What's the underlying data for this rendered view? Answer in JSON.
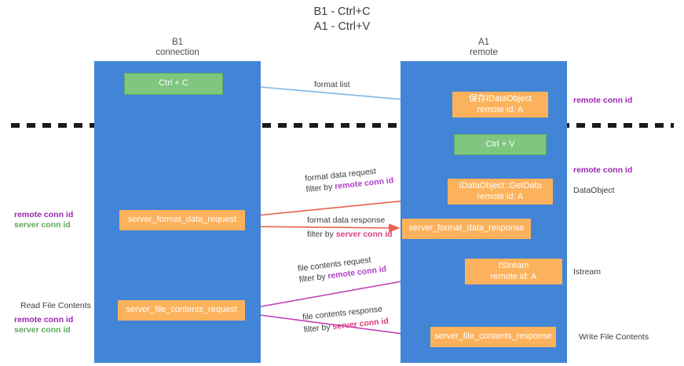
{
  "title": {
    "line1": "B1 - Ctrl+C",
    "line2": "A1 - Ctrl+V"
  },
  "lanes": [
    {
      "id": "b1",
      "name": "B1",
      "role": "connection"
    },
    {
      "id": "a1",
      "name": "A1",
      "role": "remote"
    }
  ],
  "boxes": {
    "ctrl_c": "Ctrl + C",
    "ctrl_v": "Ctrl + V",
    "idataobject_title": "保存IDataObject",
    "idataobject_sub": "remote id: A",
    "getdata_title": "IDataObject::GetData",
    "getdata_sub": "remote id: A",
    "istream_title": "IStream",
    "istream_sub": "remote id: A",
    "server_format_data_request": "server_format_data_request",
    "server_format_data_response": "server_format_data_response",
    "server_file_contents_request": "server_file_contents_request",
    "server_file_contents_response": "server_file_contents_response"
  },
  "arrow_labels": {
    "format_list": "format list",
    "format_data_request": "format data request",
    "format_data_request_filter_prefix": "filter by ",
    "format_data_request_filter_value": "remote conn id",
    "format_data_response": "format data response",
    "format_data_response_filter_prefix": "filter by ",
    "format_data_response_filter_value": "server conn id",
    "file_contents_request": "file contents request",
    "file_contents_request_filter_prefix": "filter by ",
    "file_contents_request_filter_value": "remote conn id",
    "file_contents_response": "file contents response",
    "file_contents_response_filter_prefix": "filter by ",
    "file_contents_response_filter_value": "server conn id"
  },
  "side_labels": {
    "remote_conn_id_top": "remote conn id",
    "remote_conn_id_mid": "remote conn id",
    "dataobject": "DataObject",
    "istream": "Istream",
    "write_file_contents": "Write File Contents",
    "read_file_contents": "Read File Contents",
    "left_remote_conn_id_1": "remote conn id",
    "left_server_conn_id_1": "server conn id",
    "left_remote_conn_id_2": "remote conn id",
    "left_server_conn_id_2": "server conn id"
  },
  "colors": {
    "lane": "#4285d6",
    "box_green": "#7fc67f",
    "box_orange": "#fcb25c",
    "purple": "#9b27b0",
    "green_text": "#5aa85a",
    "arrow_blue": "#7fb8e8",
    "arrow_red": "#e8604c",
    "arrow_magenta": "#c040b8",
    "arrow_black": "#1a1a1a",
    "divider": "#1a1a1a"
  }
}
